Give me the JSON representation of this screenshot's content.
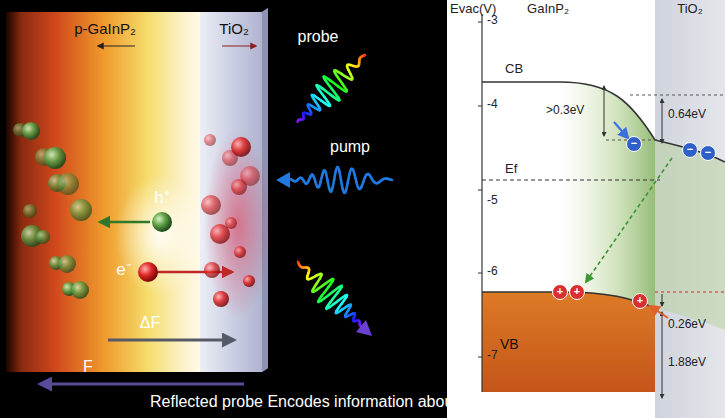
{
  "diagram": {
    "nodes": [
      {
        "text": [
          "p-GaInP₂"
        ]
      },
      {
        "text": [
          "TiO₂"
        ]
      },
      {
        "text": [
          "VB"
        ]
      }
    ],
    "labels": [
      "probe",
      "pump",
      "h⁺",
      "e⁻",
      "ΔF",
      "F",
      "Reflected probe Encodes information about the field",
      "Evac(V)",
      "-3",
      "-4",
      "-5",
      "-6",
      "-7",
      "GaInP₂",
      "TiO₂",
      "CB",
      "Ef",
      "0.64eV",
      ">0.3eV",
      "0.26eV",
      "1.88eV",
      "+",
      "+",
      "+",
      "−",
      "−",
      "−"
    ]
  }
}
